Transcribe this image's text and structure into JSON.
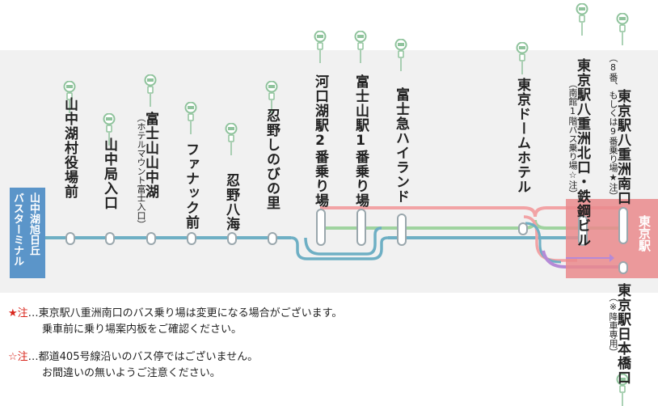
{
  "terminal_left": {
    "lines": [
      "山中湖旭日丘",
      "バスターミナル"
    ],
    "color": "#5b95c9"
  },
  "terminal_right": {
    "label": "東京駅",
    "color": "#ea8a8c"
  },
  "stops": [
    {
      "id": "yamanakako-sonyakuba",
      "label": "山中湖村役場前"
    },
    {
      "id": "yamanakakyoku-iriguchi",
      "label": "山中局入口"
    },
    {
      "id": "fujisan-yamanakako",
      "label": "富士山山中湖",
      "sub": "（ホテルマウント富士入口）"
    },
    {
      "id": "fanuc-mae",
      "label": "ファナック前"
    },
    {
      "id": "oshino-hakkai",
      "label": "忍野八海"
    },
    {
      "id": "oshino-shinobinosato",
      "label": "忍野しのびの里"
    },
    {
      "id": "kawaguchiko-2",
      "label": "河口湖駅2番乗り場"
    },
    {
      "id": "fujisan-1",
      "label": "富士山駅1番乗り場"
    },
    {
      "id": "fujikyu-highland",
      "label": "富士急ハイランド"
    },
    {
      "id": "tokyo-dome-hotel",
      "label": "東京ドームホテル"
    },
    {
      "id": "yaesu-kitaguchi",
      "label": "東京駅八重洲北口・鉄鋼ビル",
      "sub": "（南館1階バス乗り場☆注）"
    },
    {
      "id": "yaesu-minamiguchi",
      "label": "東京駅八重洲南口",
      "sub": "（8番、もしくは9番乗り場★注）"
    },
    {
      "id": "nihonbashi-guchi",
      "label": "東京駅日本橋口",
      "sub": "（※降車専用）"
    }
  ],
  "colors": {
    "route_blue": "#6eafc4",
    "route_pink": "#f2a3a5",
    "route_green": "#9fd39f",
    "route_purple": "#b58ad6",
    "icon_green": "#8fc39c",
    "note_red": "#d9261c",
    "band": "#f1f1f1"
  },
  "notes": [
    {
      "mark": "★注",
      "lines": [
        "…東京駅八重洲南口のバス乗り場は変更になる場合がございます。",
        "乗車前に乗り場案内板をご確認ください。"
      ]
    },
    {
      "mark": "☆注",
      "lines": [
        "…都道405号線沿いのバス停ではございません。",
        "お間違いの無いようご注意ください。"
      ]
    }
  ]
}
